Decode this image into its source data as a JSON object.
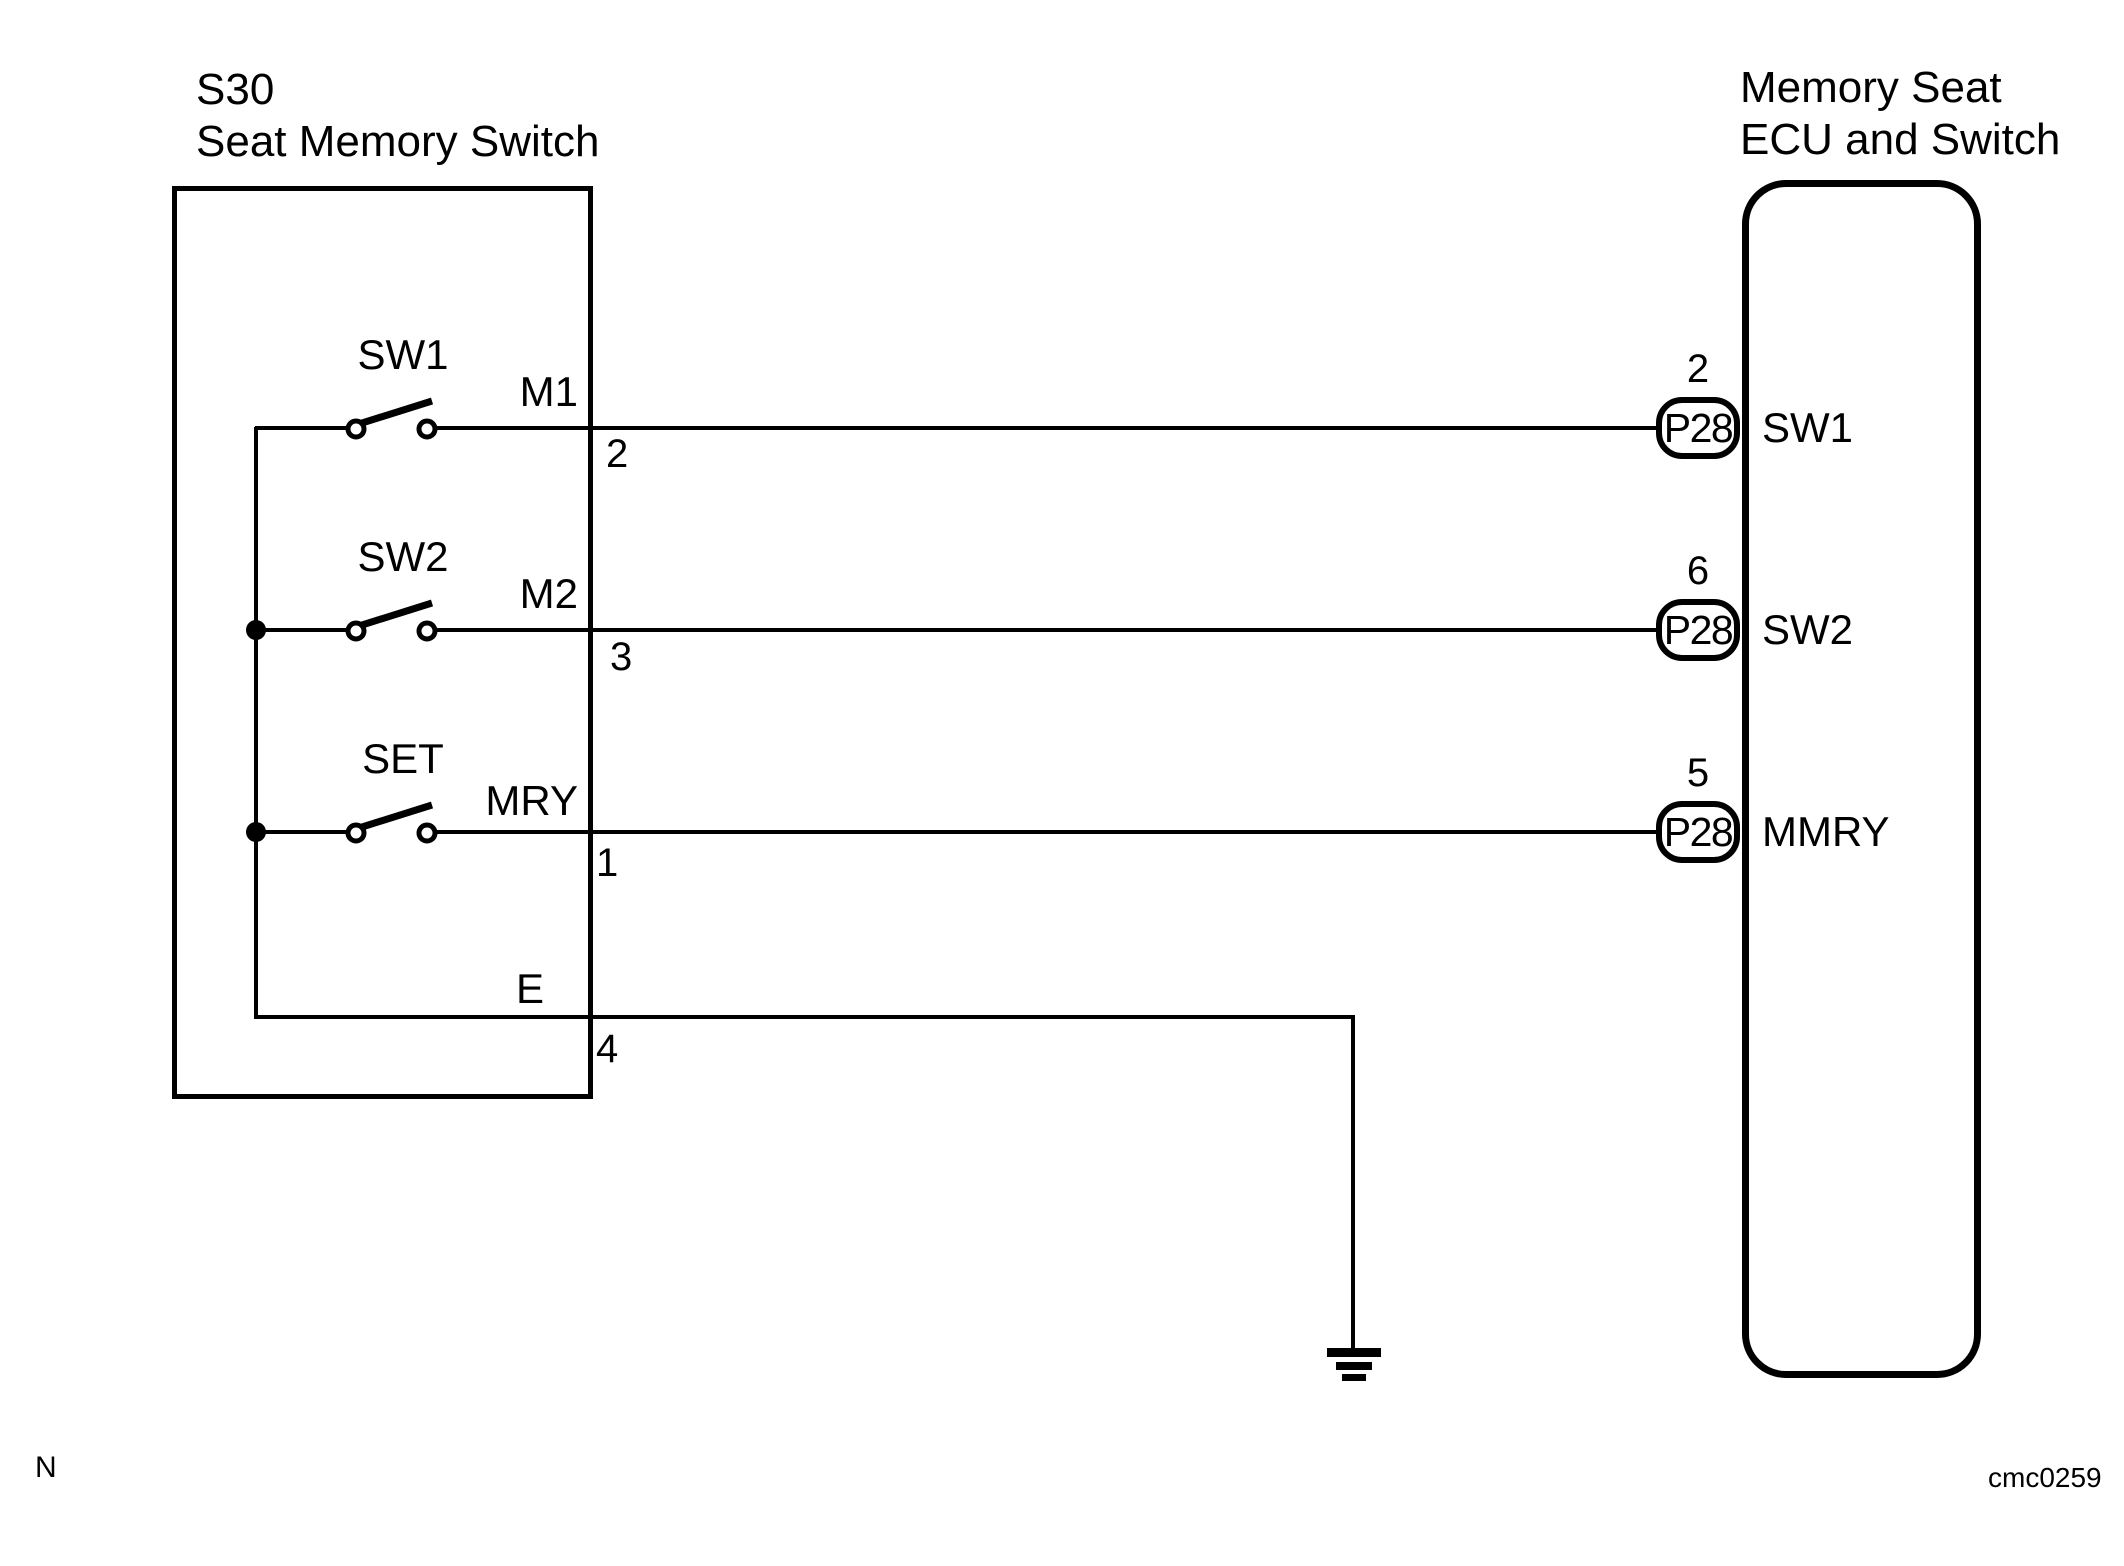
{
  "s30": {
    "id": "S30",
    "name": "Seat Memory Switch",
    "rows": [
      {
        "switch": "SW1",
        "terminal": "M1",
        "pin": "2"
      },
      {
        "switch": "SW2",
        "terminal": "M2",
        "pin": "3"
      },
      {
        "switch": "SET",
        "terminal": "MRY",
        "pin": "1"
      }
    ],
    "ground_row": {
      "terminal": "E",
      "pin": "4"
    }
  },
  "ecu": {
    "title_line1": "Memory Seat",
    "title_line2": "ECU and Switch",
    "pins": [
      {
        "number": "2",
        "connector": "P28",
        "label": "SW1"
      },
      {
        "number": "6",
        "connector": "P28",
        "label": "SW2"
      },
      {
        "number": "5",
        "connector": "P28",
        "label": "MMRY"
      }
    ]
  },
  "figure": {
    "corner_note": "N",
    "figure_code": "cmc0259"
  },
  "colors": {
    "line": "#000000",
    "background": "#ffffff"
  }
}
